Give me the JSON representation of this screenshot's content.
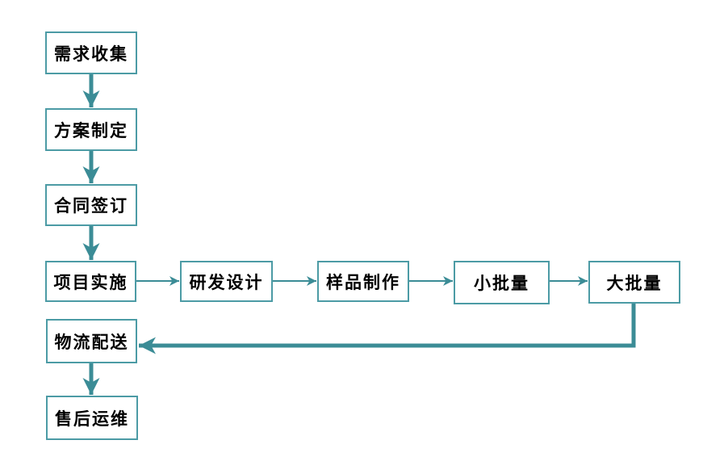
{
  "colors": {
    "background": "#ffffff",
    "box_fill": "#ffffff",
    "box_border": "#4C9BA5",
    "arrow": "#3B8C96",
    "text": "#000000"
  },
  "flowchart": {
    "type": "flowchart",
    "nodes": [
      {
        "id": "requirement-collection",
        "label": "需求收集"
      },
      {
        "id": "plan-formulation",
        "label": "方案制定"
      },
      {
        "id": "contract-signing",
        "label": "合同签订"
      },
      {
        "id": "project-implementation",
        "label": "项目实施"
      },
      {
        "id": "rd-design",
        "label": "研发设计"
      },
      {
        "id": "sample-production",
        "label": "样品制作"
      },
      {
        "id": "small-batch",
        "label": "小批量"
      },
      {
        "id": "large-batch",
        "label": "大批量"
      },
      {
        "id": "logistics-delivery",
        "label": "物流配送"
      },
      {
        "id": "after-sales-maintenance",
        "label": "售后运维"
      }
    ],
    "edges": [
      {
        "from": "需求收集",
        "to": "方案制定",
        "style": "thick-vertical"
      },
      {
        "from": "方案制定",
        "to": "合同签订",
        "style": "thick-vertical"
      },
      {
        "from": "合同签订",
        "to": "项目实施",
        "style": "thick-vertical"
      },
      {
        "from": "项目实施",
        "to": "研发设计",
        "style": "thin-horizontal"
      },
      {
        "from": "研发设计",
        "to": "样品制作",
        "style": "thin-horizontal"
      },
      {
        "from": "样品制作",
        "to": "小批量",
        "style": "thin-horizontal"
      },
      {
        "from": "小批量",
        "to": "大批量",
        "style": "thin-horizontal"
      },
      {
        "from": "大批量",
        "to": "物流配送",
        "style": "thick-elbow"
      },
      {
        "from": "物流配送",
        "to": "售后运维",
        "style": "thick-vertical"
      }
    ]
  }
}
